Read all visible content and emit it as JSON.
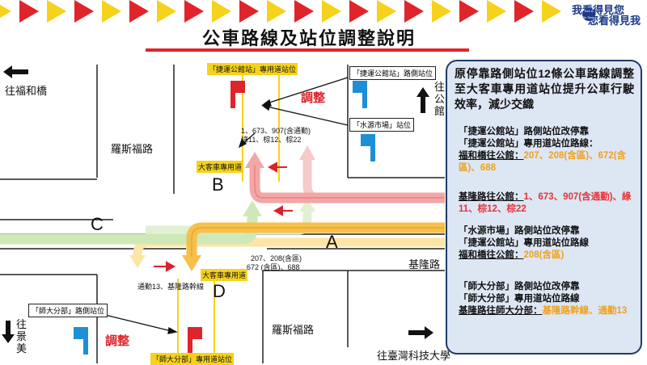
{
  "header": {
    "logo_line1": "我看得見您",
    "logo_line2": "您看得見我",
    "badge_text": "See & Be Seen"
  },
  "title": "公車路線及站位調整說明",
  "roads": {
    "to_fuhe_bridge": "往福和橋",
    "to_gongguan": "往公館",
    "to_jingmei": "往景美",
    "to_ntust": "往臺灣科技大學",
    "roosevelt_upper": "羅斯福路",
    "roosevelt_lower": "羅斯福路",
    "keelung": "基隆路"
  },
  "labels": {
    "letter_a": "A",
    "letter_b": "B",
    "letter_c": "C",
    "letter_d": "D",
    "adjust_top": "調整",
    "adjust_bottom": "調整",
    "mrt_gongguan_dedicated": "「捷運公館站」專用道站位",
    "mrt_gongguan_roadside": "「捷運公館站」路側站位",
    "water_market_roadside": "「水源市場」站位",
    "normal_univ_roadside": "「師大分部」路側站位",
    "normal_univ_dedicated": "「師大分部」專用道站位",
    "bus_lane_upper": "大客車專用道",
    "bus_lane_lower": "大客車專用道",
    "routes_b_line1": "1、673、907(含通勤)",
    "routes_b_line2": "綠11、棕12、棕22",
    "routes_a_line1": "207、208(含區)",
    "routes_a_line2": "672 (含區)、688",
    "routes_d": "通勤13、基隆路幹線"
  },
  "panel": {
    "heading": "原停靠路側站位12條公車路線調整至大客車專用道站位提升公車行駛效率，減少交織",
    "sec1_line1": "「捷運公館站」路側站位改停靠",
    "sec1_line2": "「捷運公館站」專用道站位路線：",
    "sec1_prefix": "福和橋往公館：",
    "sec1_routes": "207、208(含區)、672(含區)、688",
    "sec2_prefix": "基隆路往公館：",
    "sec2_routes": "1、673、907(含通勤)、綠11、棕12、棕22",
    "sec3_line1": "「水源市場」路側站位改停靠",
    "sec3_line2": "「捷運公館站」專用道站位路線",
    "sec3_prefix": "福和橋往公館：",
    "sec3_routes": "208(含區)",
    "sec4_line1": "「師大分部」路側站位改停靠",
    "sec4_line2": "「師大分部」專用道站位路線",
    "sec4_prefix": "基隆路往師大分部：",
    "sec4_routes": "基隆路幹線、通勤13"
  },
  "colors": {
    "accent_red": "#e0242b",
    "yellow": "#f6d21c",
    "orange_route": "#f0a11a",
    "pink_route": "#f3a6a6",
    "green_route": "#cfe8b8",
    "stop_blue": "#1e8fd6",
    "stop_red": "#e0242b",
    "panel_bg": "#dde6f3",
    "panel_border": "#1f3a68"
  }
}
